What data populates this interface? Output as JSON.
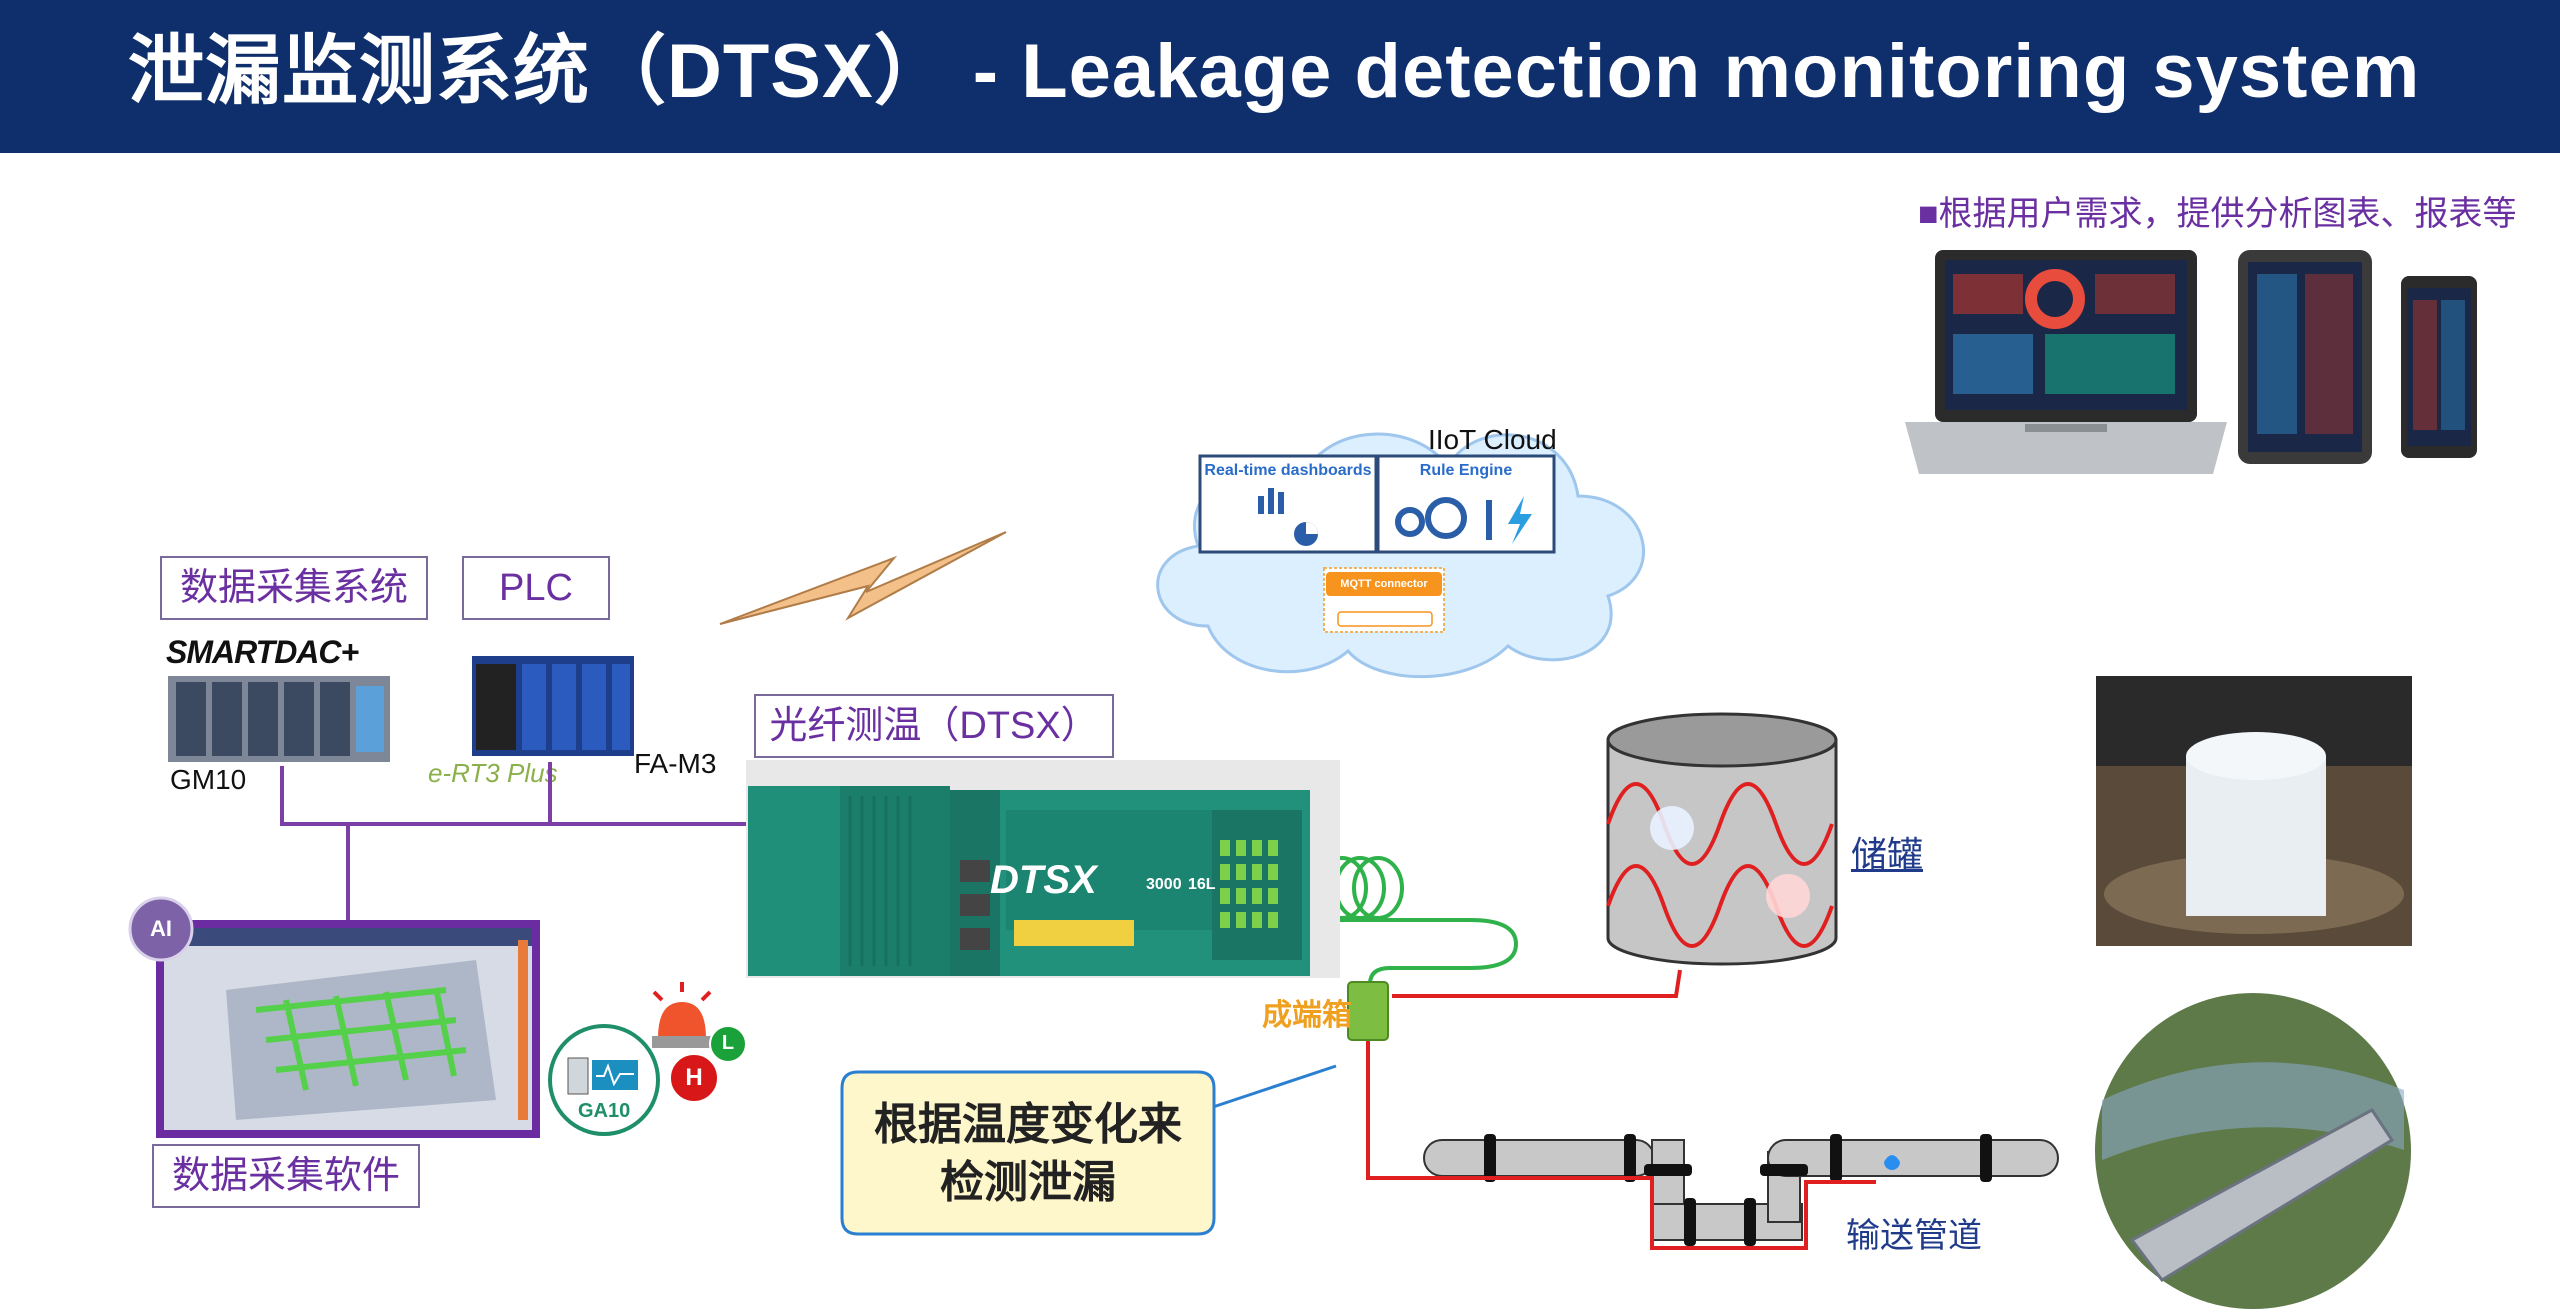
{
  "header": {
    "title": "泄漏监测系统（DTSX） - Leakage detection monitoring system"
  },
  "labels": {
    "report_note": "■根据用户需求，提供分析图表、报表等",
    "data_acq_system": "数据采集系统",
    "plc": "PLC",
    "smartdac": "SMARTDAC+",
    "gm10": "GM10",
    "ert3": "e-RT3 Plus",
    "fam3": "FA-M3",
    "dtsx_box": "光纤测温（DTSX）",
    "dtsx_brand": "DTSX",
    "dtsx_model": "3000",
    "dtsx_ch": "16L",
    "data_acq_software": "数据采集软件",
    "ga10": "GA10",
    "ai": "AI",
    "alarm_h": "H",
    "alarm_l": "L",
    "junction_box": "成端箱",
    "tank": "储罐",
    "pipeline": "输送管道",
    "bubble_line1": "根据温度变化来",
    "bubble_line2": "检测泄漏"
  },
  "cloud": {
    "title": "IIoT Cloud",
    "dashboards": "Real-time dashboards",
    "rule_engine": "Rule Engine",
    "mqtt": "MQTT connector"
  },
  "colors": {
    "header_bg": "#0e2f6c",
    "label_purple": "#6a2fa0",
    "network_line": "#7b3fa8",
    "fiber_red": "#e02020",
    "fiber_green": "#2fb24a",
    "device_teal": "#1f8f7a"
  },
  "icons": [
    "lightning-icon",
    "gear-icon",
    "chart-icon",
    "pie-icon",
    "water-drop-icon",
    "alarm-light-icon"
  ]
}
